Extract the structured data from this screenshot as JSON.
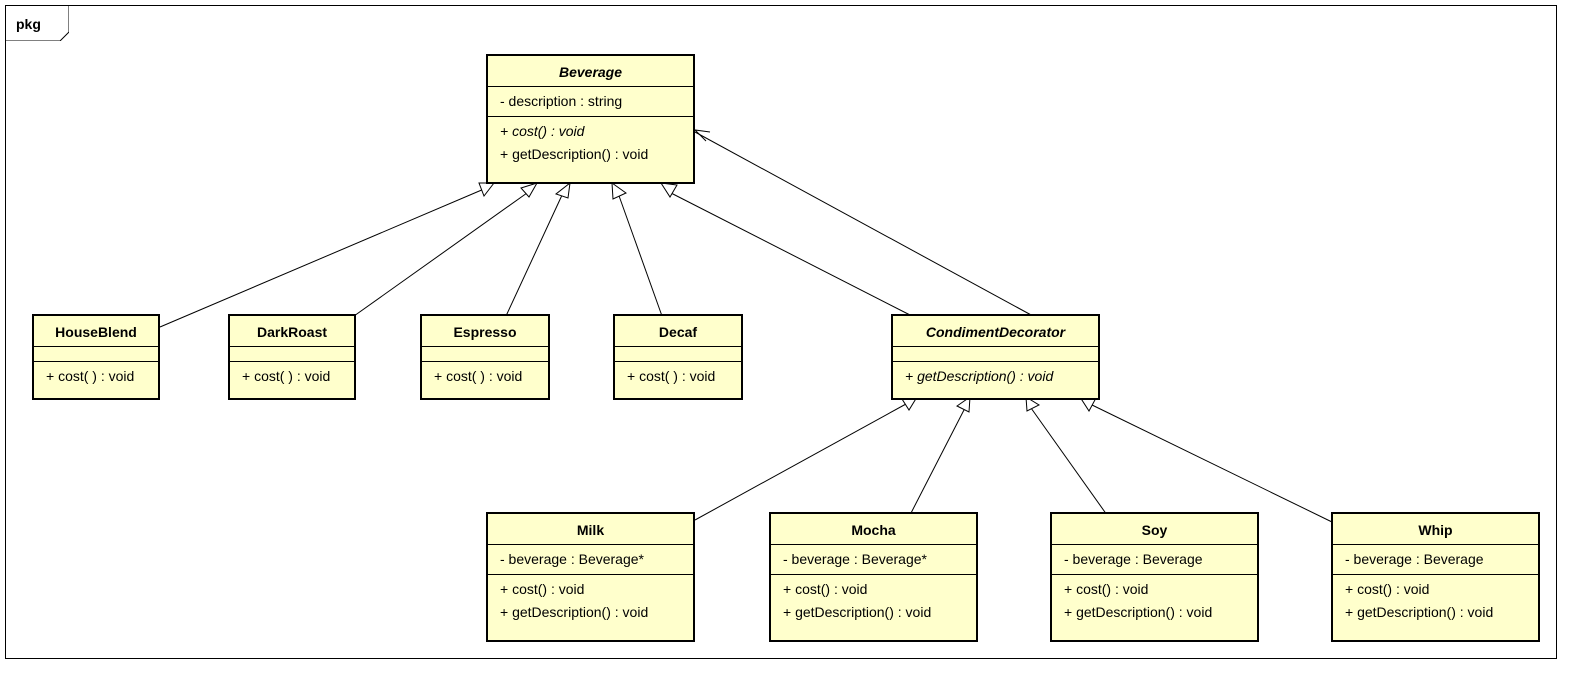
{
  "package": {
    "label": "pkg"
  },
  "classes": {
    "beverage": {
      "name": "Beverage",
      "attributes": [
        "- description : string"
      ],
      "operations": [
        "+ cost() : void",
        "+ getDescription() : void"
      ]
    },
    "houseblend": {
      "name": "HouseBlend",
      "attributes": [],
      "operations": [
        "+ cost( ) : void"
      ]
    },
    "darkroast": {
      "name": "DarkRoast",
      "attributes": [],
      "operations": [
        "+ cost( ) : void"
      ]
    },
    "espresso": {
      "name": "Espresso",
      "attributes": [],
      "operations": [
        "+ cost( ) : void"
      ]
    },
    "decaf": {
      "name": "Decaf",
      "attributes": [],
      "operations": [
        "+ cost( ) : void"
      ]
    },
    "condimentdecorator": {
      "name": "CondimentDecorator",
      "attributes": [],
      "operations": [
        "+ getDescription() : void"
      ]
    },
    "milk": {
      "name": "Milk",
      "attributes": [
        "- beverage : Beverage*"
      ],
      "operations": [
        "+ cost() : void",
        "+ getDescription() : void"
      ]
    },
    "mocha": {
      "name": "Mocha",
      "attributes": [
        "- beverage : Beverage*"
      ],
      "operations": [
        "+ cost() : void",
        "+ getDescription() : void"
      ]
    },
    "soy": {
      "name": "Soy",
      "attributes": [
        "- beverage : Beverage"
      ],
      "operations": [
        "+ cost() : void",
        "+ getDescription() : void"
      ]
    },
    "whip": {
      "name": "Whip",
      "attributes": [
        "- beverage : Beverage"
      ],
      "operations": [
        "+ cost() : void",
        "+ getDescription() : void"
      ]
    }
  },
  "relations": [
    {
      "from": "houseblend",
      "to": "beverage",
      "kind": "generalization"
    },
    {
      "from": "darkroast",
      "to": "beverage",
      "kind": "generalization"
    },
    {
      "from": "espresso",
      "to": "beverage",
      "kind": "generalization"
    },
    {
      "from": "decaf",
      "to": "beverage",
      "kind": "generalization"
    },
    {
      "from": "condimentdecorator",
      "to": "beverage",
      "kind": "generalization"
    },
    {
      "from": "condimentdecorator",
      "to": "beverage",
      "kind": "association"
    },
    {
      "from": "milk",
      "to": "condimentdecorator",
      "kind": "generalization"
    },
    {
      "from": "mocha",
      "to": "condimentdecorator",
      "kind": "generalization"
    },
    {
      "from": "soy",
      "to": "condimentdecorator",
      "kind": "generalization"
    },
    {
      "from": "whip",
      "to": "condimentdecorator",
      "kind": "generalization"
    }
  ],
  "colors": {
    "class_fill": "#ffffcc",
    "line": "#000000"
  }
}
